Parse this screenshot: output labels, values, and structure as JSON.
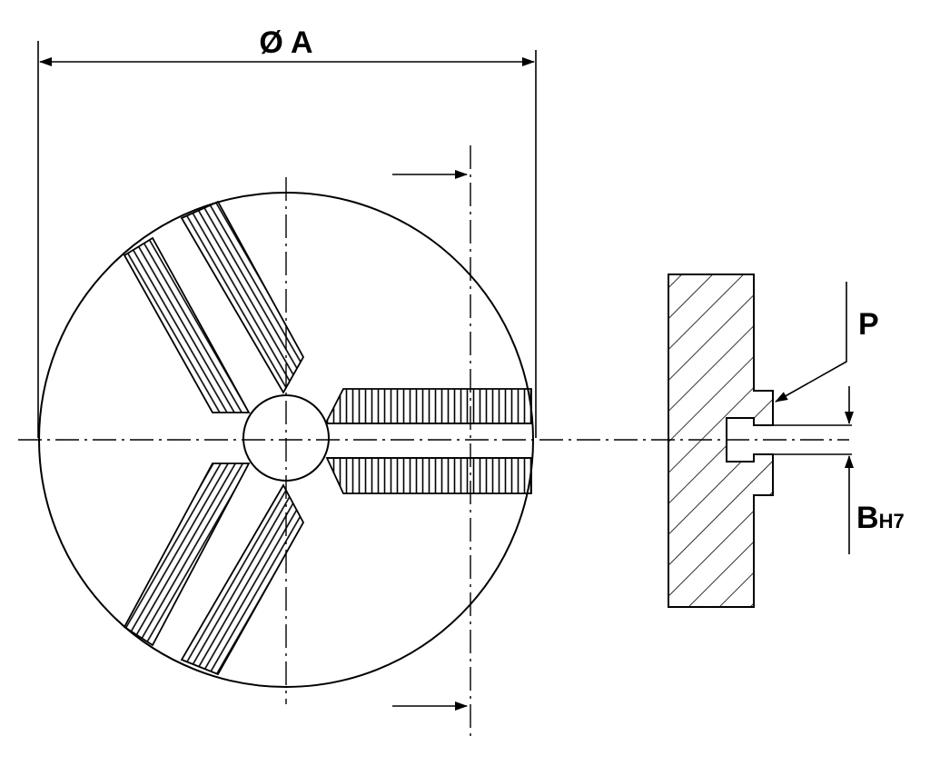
{
  "labels": {
    "diameter": "Ø A",
    "pitch": "P",
    "bore_letter": "B",
    "bore_tolerance": "H7"
  },
  "colors": {
    "ink": "#000000",
    "paper": "#ffffff"
  }
}
